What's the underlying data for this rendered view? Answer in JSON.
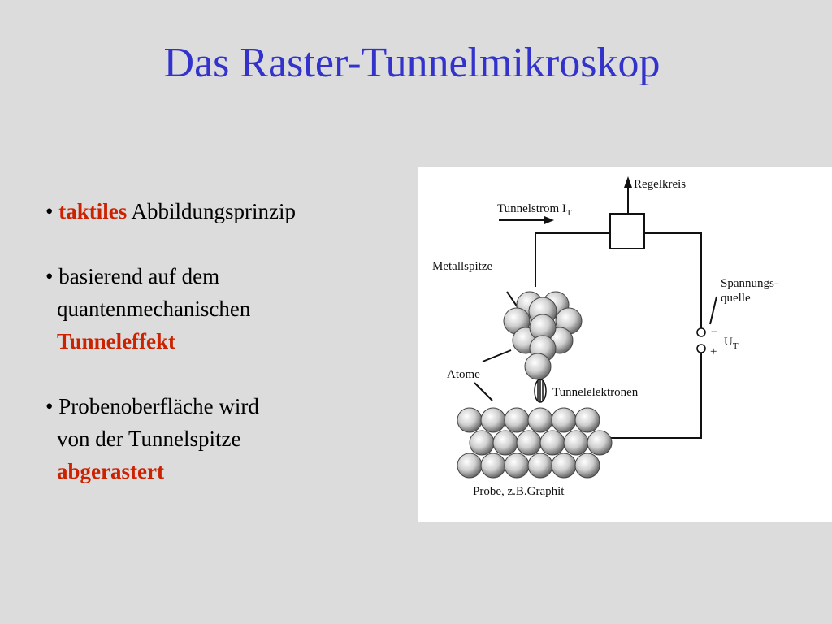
{
  "title": "Das Raster-Tunnelmikroskop",
  "bullets": [
    {
      "marker": "•",
      "highlight": "taktiles",
      "text": " Abbildungsprinzip"
    },
    {
      "marker": "•",
      "line1": " basierend auf dem",
      "line2": "quantenmechanischen",
      "highlight": "Tunneleffekt"
    },
    {
      "marker": "•",
      "line1": " Probenoberfläche wird",
      "line2": "von der Tunnelspitze",
      "highlight": "abgerastert"
    }
  ],
  "figure": {
    "regelkreis": "Regelkreis",
    "tunnelstrom": "Tunnelstrom I",
    "tunnelstrom_sub": "T",
    "metallspitze": "Metallspitze",
    "spannungs": "Spannungs-",
    "quelle": "quelle",
    "minus": "−",
    "plus": "+",
    "ut": "U",
    "ut_sub": "T",
    "atome": "Atome",
    "tunnelelektronen": "Tunnelelektronen",
    "probe": "Probe, z.B.Graphit"
  }
}
